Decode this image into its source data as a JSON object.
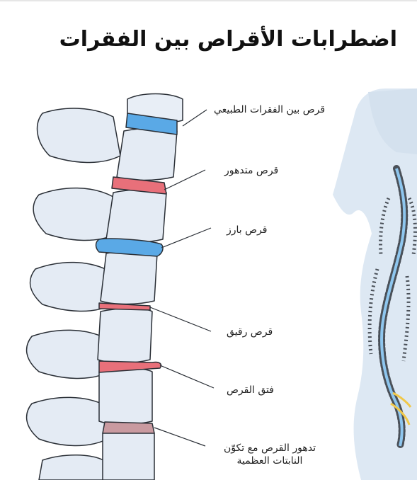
{
  "title": "اضطرابات الأقراص بين الفقرات",
  "labels": {
    "normal": "قرص بين الفقرات الطبيعي",
    "degenerated": "قرص متدهور",
    "bulging": "قرص بارز",
    "thin": "قرص رقيق",
    "herniated": "فتق القرص",
    "osteophytes_line1": "تدهور القرص مع تكوّن",
    "osteophytes_line2": "النابتات العظمية"
  },
  "colors": {
    "bone": "#e4ebf4",
    "bone_shade": "#c3cfde",
    "outline": "#2a2f36",
    "disc_normal": "#5aa9e6",
    "disc_damaged": "#e8707a",
    "silhouette": "#dce7f2"
  }
}
